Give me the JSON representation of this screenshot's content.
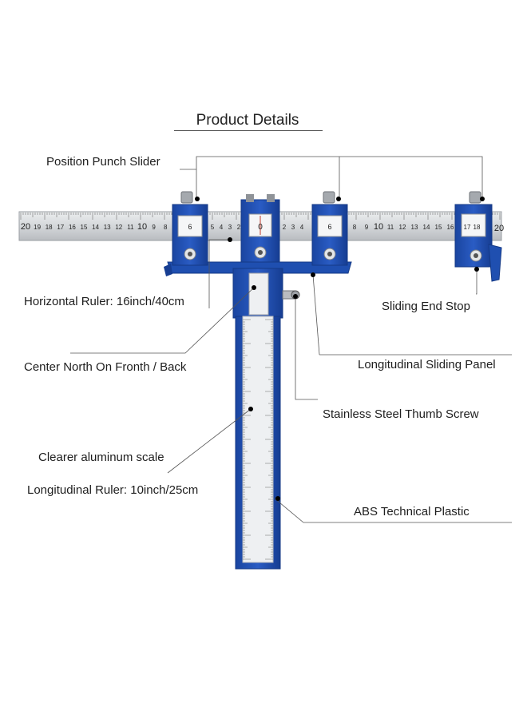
{
  "title": "Product Details",
  "labels": {
    "position_punch_slider": "Position Punch Slider",
    "horizontal_ruler": "Horizontal Ruler: 16inch/40cm",
    "center_north": "Center North On Fronth / Back",
    "clearer_scale": "Clearer aluminum scale",
    "longitudinal_ruler": "Longitudinal Ruler: 10inch/25cm",
    "sliding_end_stop": "Sliding End Stop",
    "longitudinal_panel": "Longitudinal Sliding Panel",
    "thumb_screw": "Stainless Steel Thumb Screw",
    "abs_plastic": "ABS Technical Plastic"
  },
  "ruler_numbers": {
    "left": [
      "20",
      "19",
      "18",
      "17",
      "16",
      "15",
      "14",
      "13",
      "12",
      "11",
      "10",
      "9",
      "8"
    ],
    "mid_left": [
      "5",
      "4",
      "3",
      "2"
    ],
    "center": "0",
    "mid_right": [
      "2",
      "3",
      "4"
    ],
    "right": [
      "8",
      "9",
      "10",
      "11",
      "12",
      "13",
      "14",
      "15",
      "16"
    ],
    "end_block": [
      "17",
      "18"
    ],
    "end": "20",
    "slider_left": "6",
    "slider_right": "6"
  },
  "colors": {
    "blue": "#1f4fb0",
    "blue_dark": "#153a86",
    "steel": "#d9dbdd",
    "steel_edge": "#a9acb0",
    "scale": "#eef0f2"
  }
}
